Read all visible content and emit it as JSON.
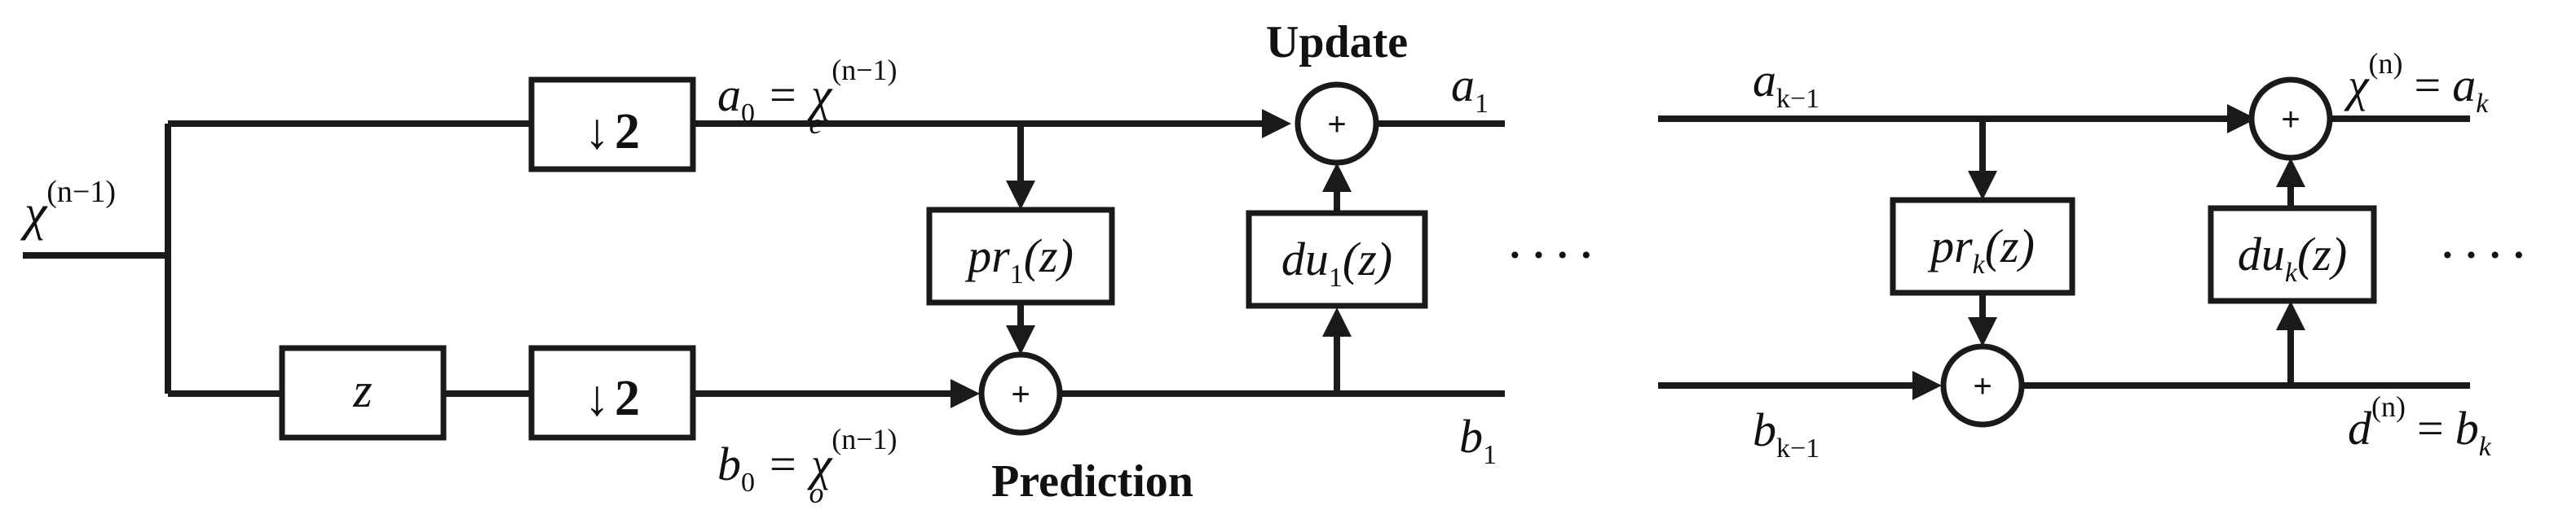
{
  "diagram": {
    "input_signal": {
      "base": "χ",
      "superscript": "(n−1)"
    },
    "stage1": {
      "upper_downsampler": {
        "arrow": "↓",
        "factor": "2"
      },
      "lower_delay": {
        "label": "z"
      },
      "lower_downsampler": {
        "arrow": "↓",
        "factor": "2"
      },
      "even_branch": {
        "lhs": "a",
        "lhs_sub": "0",
        "eq": "=",
        "rhs": "χ",
        "rhs_sup": "(n−1)",
        "rhs_sub": "e"
      },
      "odd_branch": {
        "lhs": "b",
        "lhs_sub": "0",
        "eq": "=",
        "rhs": "χ",
        "rhs_sup": "(n−1)",
        "rhs_sub": "o"
      },
      "predict_filter": {
        "name": "pr",
        "sub": "1",
        "arg": "(z)"
      },
      "update_filter": {
        "name": "du",
        "sub": "1",
        "arg": "(z)"
      },
      "update_title": "Update",
      "prediction_title": "Prediction",
      "output_a": {
        "base": "a",
        "sub": "1"
      },
      "output_b": {
        "base": "b",
        "sub": "1"
      },
      "adder_symbol": "+"
    },
    "ellipsis_middle": "· · · ·",
    "stagek": {
      "input_a": {
        "base": "a",
        "sub": "k−1"
      },
      "input_b": {
        "base": "b",
        "sub": "k−1"
      },
      "predict_filter": {
        "name": "pr",
        "sub": "k",
        "arg": "(z)"
      },
      "update_filter": {
        "name": "du",
        "sub": "k",
        "arg": "(z)"
      },
      "output_approx": {
        "lhs": "χ",
        "lhs_sup": "(n)",
        "eq": "=",
        "rhs": "a",
        "rhs_sub": "k"
      },
      "output_detail": {
        "lhs": "d",
        "lhs_sup": "(n)",
        "eq": "=",
        "rhs": "b",
        "rhs_sub": "k"
      },
      "adder_symbol": "+"
    },
    "ellipsis_end": "· · · ·"
  }
}
